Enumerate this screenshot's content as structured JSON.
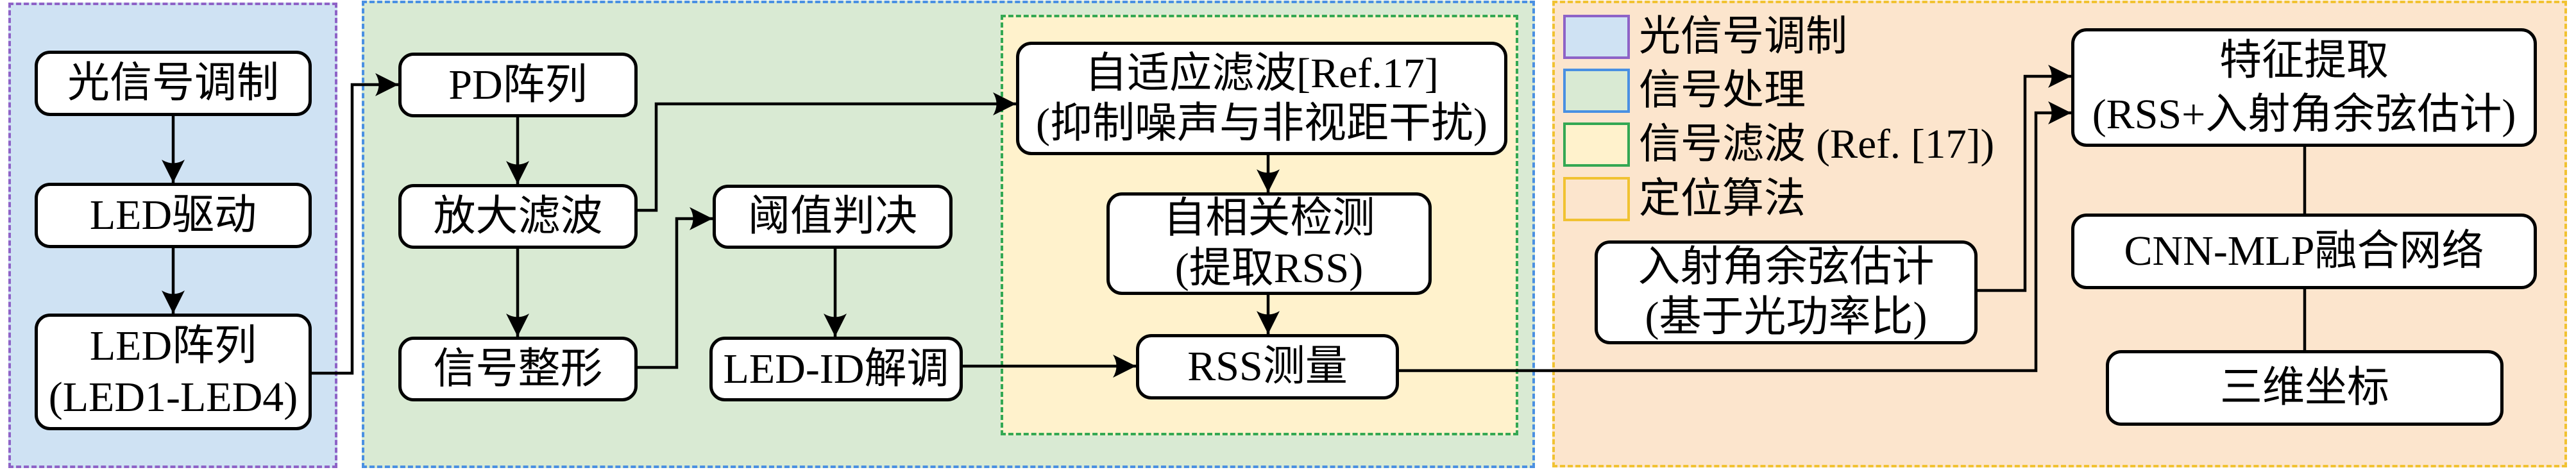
{
  "legend": {
    "items": [
      {
        "label": "光信号调制",
        "fill": "#cfe2f3",
        "border": "#8e63c7"
      },
      {
        "label": "信号处理",
        "fill": "#d9ead3",
        "border": "#4a90e2"
      },
      {
        "label": "信号滤波 (Ref. [17])",
        "fill": "#fff2cc",
        "border": "#34a853"
      },
      {
        "label": "定位算法",
        "fill": "#fce5cd",
        "border": "#f1c232"
      }
    ]
  },
  "panels": {
    "optical_modulation": {
      "fill": "#cfe2f3",
      "border": "#8e63c7"
    },
    "signal_processing": {
      "fill": "#d9ead3",
      "border": "#4a90e2"
    },
    "signal_filtering": {
      "fill": "#fff2cc",
      "border": "#34a853"
    },
    "positioning_algorithm": {
      "fill": "#fce5cd",
      "border": "#f1c232"
    }
  },
  "nodes": {
    "optical_signal_modulation": {
      "text": "光信号调制"
    },
    "led_driver": {
      "text": "LED驱动"
    },
    "led_array": {
      "text": "LED阵列",
      "subtext": "(LED1-LED4)"
    },
    "pd_array": {
      "text": "PD阵列"
    },
    "amplify_filter": {
      "text": "放大滤波"
    },
    "signal_shaping": {
      "text": "信号整形"
    },
    "threshold_decision": {
      "text": "阈值判决"
    },
    "led_id_demodulation": {
      "text": "LED-ID解调"
    },
    "adaptive_filter": {
      "text": "自适应滤波[Ref.17]",
      "subtext": "(抑制噪声与非视距干扰)"
    },
    "autocorrelation_detection": {
      "text": "自相关检测",
      "subtext": "(提取RSS)"
    },
    "rss_measurement": {
      "text": "RSS测量"
    },
    "aoa_cosine_estimation": {
      "text": "入射角余弦估计",
      "subtext": "(基于光功率比)"
    },
    "feature_extraction": {
      "text": "特征提取",
      "subtext": "(RSS+入射角余弦估计)"
    },
    "cnn_mlp_network": {
      "text": "CNN-MLP融合网络"
    },
    "coordinates_3d": {
      "text": "三维坐标"
    }
  },
  "edges": [
    {
      "from": "optical_signal_modulation",
      "to": "led_driver",
      "arrow": true
    },
    {
      "from": "led_driver",
      "to": "led_array",
      "arrow": true
    },
    {
      "from": "led_array",
      "to": "pd_array",
      "arrow": true
    },
    {
      "from": "pd_array",
      "to": "amplify_filter",
      "arrow": true
    },
    {
      "from": "amplify_filter",
      "to": "signal_shaping",
      "arrow": true
    },
    {
      "from": "amplify_filter",
      "to": "adaptive_filter",
      "arrow": true
    },
    {
      "from": "signal_shaping",
      "to": "threshold_decision",
      "arrow": true
    },
    {
      "from": "threshold_decision",
      "to": "led_id_demodulation",
      "arrow": true
    },
    {
      "from": "led_id_demodulation",
      "to": "rss_measurement",
      "arrow": true
    },
    {
      "from": "adaptive_filter",
      "to": "autocorrelation_detection",
      "arrow": true
    },
    {
      "from": "autocorrelation_detection",
      "to": "rss_measurement",
      "arrow": true
    },
    {
      "from": "rss_measurement",
      "to": "feature_extraction",
      "arrow": true
    },
    {
      "from": "aoa_cosine_estimation",
      "to": "feature_extraction",
      "arrow": true
    },
    {
      "from": "feature_extraction",
      "to": "cnn_mlp_network",
      "arrow": false
    },
    {
      "from": "cnn_mlp_network",
      "to": "coordinates_3d",
      "arrow": false
    }
  ],
  "style": {
    "line_color": "#000000",
    "box_fill": "#ffffff"
  }
}
